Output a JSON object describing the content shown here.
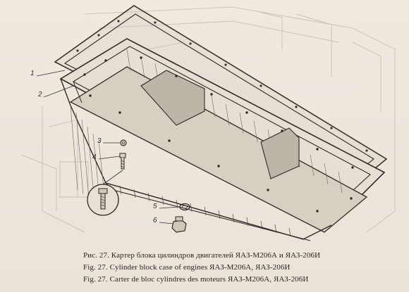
{
  "callouts": [
    {
      "id": "1",
      "label": "1"
    },
    {
      "id": "2",
      "label": "2"
    },
    {
      "id": "3",
      "label": "3"
    },
    {
      "id": "4",
      "label": "4"
    },
    {
      "id": "5",
      "label": "5"
    },
    {
      "id": "6",
      "label": "6"
    }
  ],
  "captions": {
    "ru": "Рис. 27. Картер блока цилиндров двигателей ЯАЗ-М206А и ЯАЗ-206И",
    "en": "Fig. 27. Cylinder block case of engines ЯАЗ-М206А, ЯАЗ-206И",
    "fr": "Fig. 27. Carter de bloc cylindres des moteurs ЯАЗ-М206А, ЯАЗ-206И"
  }
}
